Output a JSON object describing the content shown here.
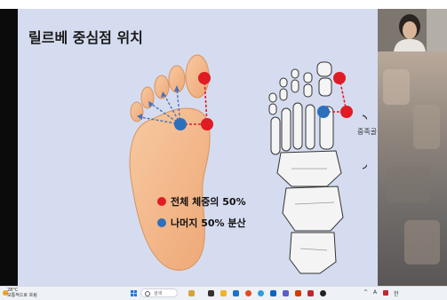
{
  "slide": {
    "title": "릴르베 중심점 위치",
    "side_label": "중족골",
    "legend": [
      {
        "label": "전체 체중의 50%",
        "color": "#e01b24"
      },
      {
        "label": "나머지 50% 분산",
        "color": "#2c6fbd"
      }
    ]
  },
  "colors": {
    "red_dot": "#e01b24",
    "blue_dot": "#2c6fbd",
    "slide_bg": "#d5dcf0"
  },
  "taskbar": {
    "weather_temp": "28°C",
    "weather_desc": "보통적으로 흐림",
    "search_placeholder": "검색",
    "icons": [
      "windows-icon",
      "search-icon",
      "widgets-icon",
      "taskview-icon",
      "file-explorer-icon",
      "edge-icon",
      "chrome-icon",
      "store-icon",
      "outlook-icon",
      "teams-icon",
      "mail-icon",
      "acrobat-icon",
      "media-icon"
    ],
    "tray_text": "A",
    "tray_lang": "한"
  }
}
